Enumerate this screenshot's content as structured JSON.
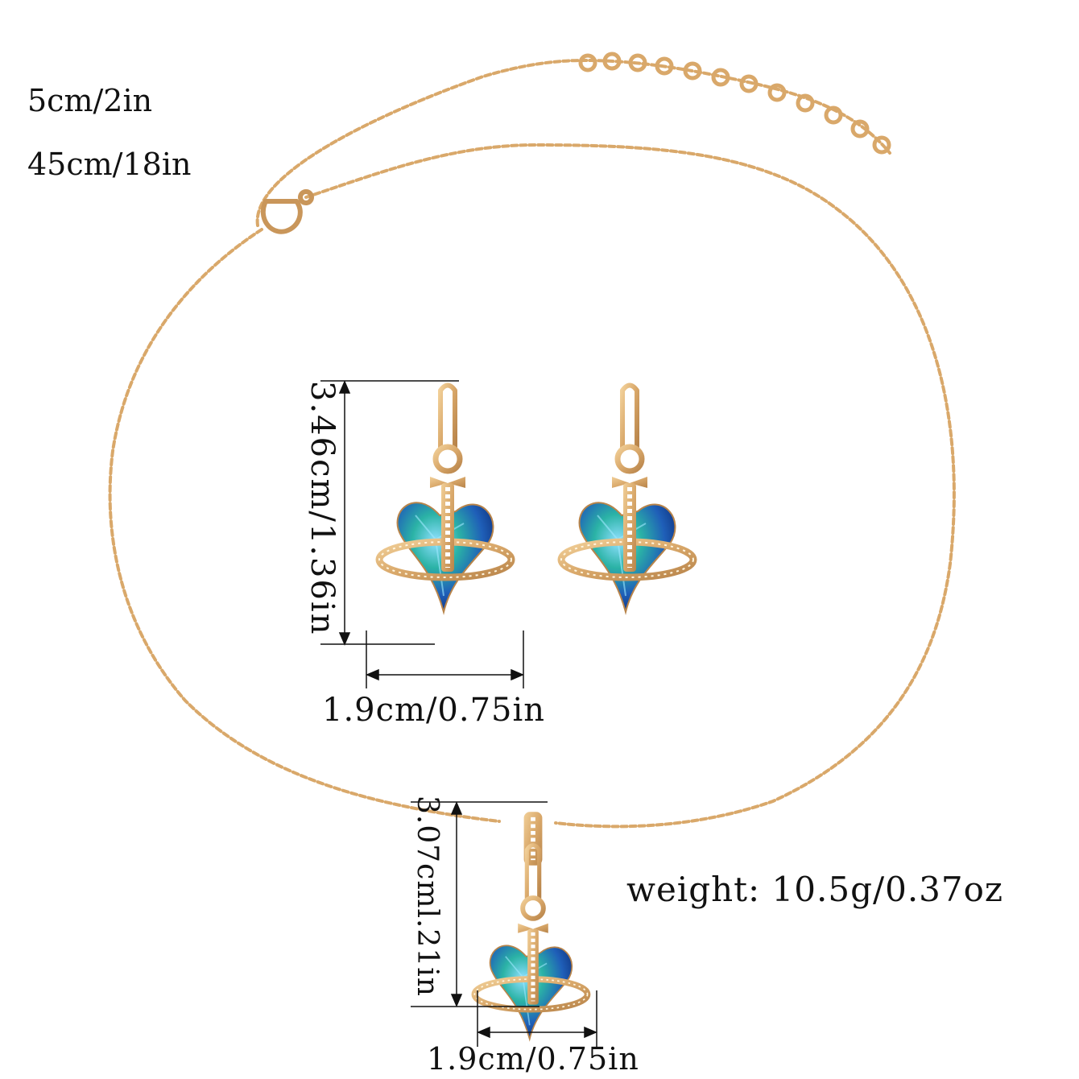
{
  "labels": {
    "extender_length": "5cm/2in",
    "chain_length": "45cm/18in",
    "earring_height": "3.46cm/1.36in",
    "earring_width": "1.9cm/0.75in",
    "pendant_height": "3.07cml.21in",
    "pendant_width": "1.9cm/0.75in",
    "weight": "weight: 10.5g/0.37oz"
  },
  "colors": {
    "gold": "#d9a86a",
    "gold_dark": "#b8844a",
    "crystal_blue": "#1f5fb8",
    "crystal_teal": "#2bb3a6",
    "crystal_deep": "#0d2f7a",
    "line": "#111111"
  }
}
